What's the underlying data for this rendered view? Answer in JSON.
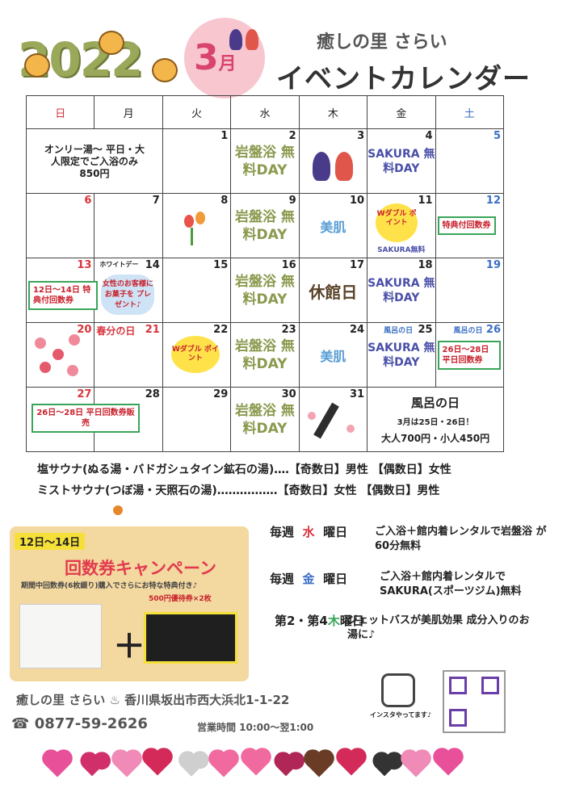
{
  "header": {
    "year": "2022",
    "month_num": "3",
    "month_unit": "月",
    "facility_name": "癒しの里 さらい",
    "title": "イベントカレンダー"
  },
  "weekdays": [
    "日",
    "月",
    "火",
    "水",
    "木",
    "金",
    "土"
  ],
  "calendar": {
    "week1": {
      "note": "オンリー湯～ 平日・大人限定でご入浴のみ850円",
      "d1": "1",
      "d2": "2",
      "d3": "3",
      "d4": "4",
      "d5": "5",
      "ganban": "岩盤浴 無料DAY",
      "sakura": "SAKURA 無料DAY"
    },
    "week2": {
      "d6": "6",
      "d7": "7",
      "d8": "8",
      "d9": "9",
      "d10": "10",
      "d11": "11",
      "d12": "12",
      "ganban": "岩盤浴 無料DAY",
      "bihada": "美肌",
      "w_point": "Wダブル ポイント",
      "sakura_free": "SAKURA無料",
      "tokuten": "特典付回数券"
    },
    "week3": {
      "d13": "13",
      "d14": "14",
      "d15": "15",
      "d16": "16",
      "d17": "17",
      "d18": "18",
      "d19": "19",
      "white_day": "ホワイトデー",
      "tokuten_range": "12日～14日 特典付回数券",
      "heart_note": "女性のお客様に お菓子を プレゼント♪",
      "ganban": "岩盤浴 無料DAY",
      "closed": "休館日",
      "sakura": "SAKURA 無料DAY"
    },
    "week4": {
      "d20": "20",
      "d21": "21",
      "d22": "22",
      "d23": "23",
      "d24": "24",
      "d25": "25",
      "d26": "26",
      "shunbun": "春分の日",
      "w_point": "Wダブル ポイント",
      "ganban": "岩盤浴 無料DAY",
      "bihada": "美肌",
      "furo_day": "風呂の日",
      "sakura": "SAKURA 無料DAY",
      "weekday_ticket": "26日～28日 平日回数券"
    },
    "week5": {
      "d27": "27",
      "d28": "28",
      "d29": "29",
      "d30": "30",
      "d31": "31",
      "sale": "26日～28日 平日回数券販売",
      "ganban": "岩盤浴 無料DAY",
      "furo_title": "風呂の日",
      "furo_dates": "3月は25日・26日！",
      "furo_price": "大人700円・小人450円"
    }
  },
  "sauna": {
    "line1": "塩サウナ(ぬる湯・バドガシュタイン鉱石の湯)‥‥【奇数日】男性 【偶数日】女性",
    "line2": "ミストサウナ(つぼ湯・天照石の湯)‥‥‥‥‥‥‥‥【奇数日】女性 【偶数日】男性"
  },
  "campaign": {
    "dates": "12日～14日",
    "title": "回数券キャンペーン",
    "desc": "期間中回数券(6枚綴り)購入でさらにお特な特典付き♪",
    "bonus": "500円優待券×2枚",
    "plus": "＋"
  },
  "weekly": {
    "wed_prefix": "毎週",
    "wed_day": "水",
    "wed_suffix": "曜日",
    "wed_text": "ご入浴＋館内着レンタルで岩盤浴 が60分無料",
    "fri_prefix": "毎週",
    "fri_day": "金",
    "fri_suffix": "曜日",
    "fri_text": "ご入浴＋館内着レンタルで SAKURA(スポーツジム)無料",
    "thu_prefix": "第2・第4",
    "thu_day": "木",
    "thu_suffix": "曜日",
    "thu_text": "ジェットバスが美肌効果 成分入りのお湯に♪"
  },
  "footer": {
    "name": "癒しの里 さらい",
    "spa_icon": "♨",
    "address": "香川県坂出市西大浜北1-1-22",
    "phone_icon": "☎",
    "phone": "0877-59-2626",
    "hours": "営業時間 10:00～翌1:00",
    "insta_note": "インスタやってます♪"
  },
  "colors": {
    "accent_red": "#d9343c",
    "sat_blue": "#3a6fc4",
    "ganban_green": "#8a9a4e",
    "sakura_navy": "#4a4fa8"
  }
}
